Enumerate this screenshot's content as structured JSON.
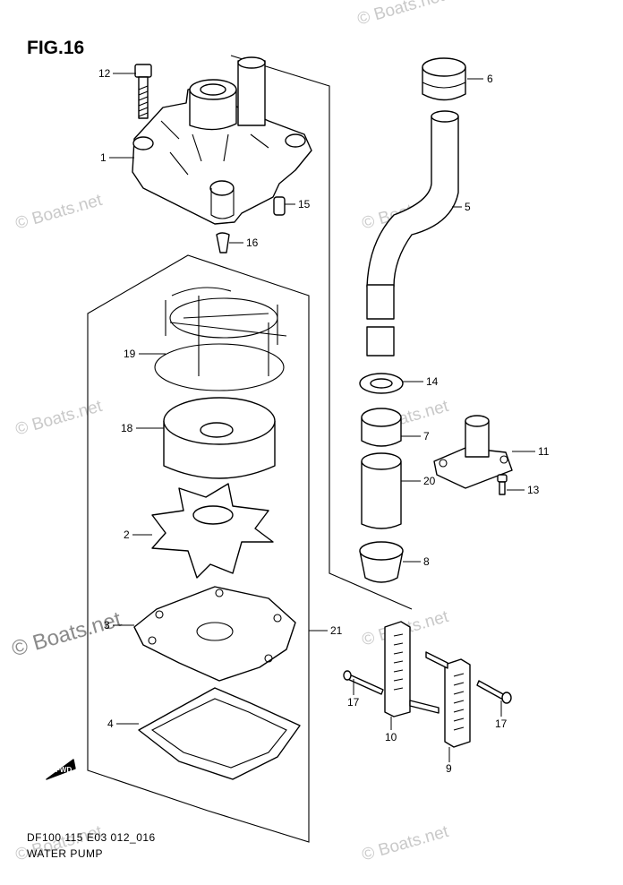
{
  "figure": {
    "title": "FIG.16",
    "code": "DF100 115 E03 012_016",
    "name": "WATER PUMP"
  },
  "watermark": "© Boats.net",
  "direction_marker": "FWD",
  "callouts": {
    "c1": "1",
    "c2": "2",
    "c3": "3",
    "c4": "4",
    "c5": "5",
    "c6": "6",
    "c7": "7",
    "c8": "8",
    "c9": "9",
    "c10": "10",
    "c11": "11",
    "c12": "12",
    "c13": "13",
    "c14": "14",
    "c15": "15",
    "c16": "16",
    "c17a": "17",
    "c17b": "17",
    "c18": "18",
    "c19": "19",
    "c20": "20",
    "c21": "21"
  }
}
